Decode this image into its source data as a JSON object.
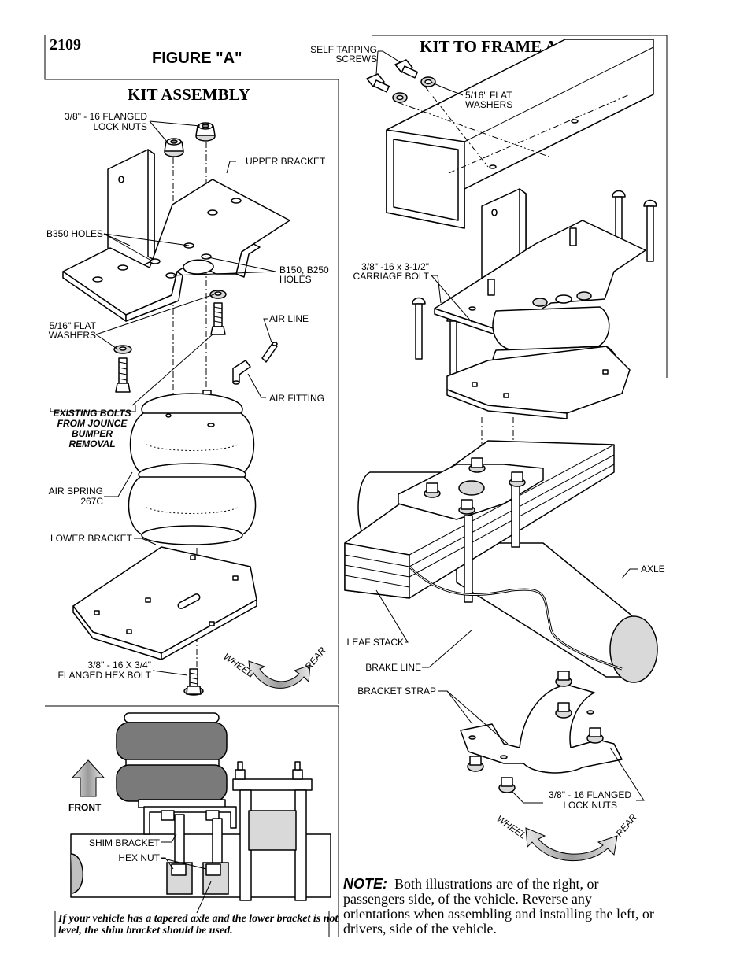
{
  "page": {
    "number": "2109",
    "figure_title": "FIGURE \"A\"",
    "kit_assembly_title": "KIT ASSEMBLY",
    "kit_to_frame_title": "KIT TO FRAME ASSEMBLY"
  },
  "kit_assembly": {
    "lock_nuts": [
      "3/8\" - 16 FLANGED",
      "LOCK NUTS"
    ],
    "upper_bracket": "UPPER BRACKET",
    "b350_holes": "B350 HOLES",
    "b150_b250_holes": [
      "B150, B250",
      "HOLES"
    ],
    "flat_washers": [
      "5/16\" FLAT",
      "WASHERS"
    ],
    "air_line": "AIR LINE",
    "air_fitting": "AIR FITTING",
    "existing_bolts": [
      "EXISTING BOLTS",
      "FROM JOUNCE",
      "BUMPER",
      "REMOVAL"
    ],
    "air_spring": [
      "AIR SPRING",
      "267C"
    ],
    "lower_bracket": "LOWER BRACKET",
    "hex_bolt": [
      "3/8\" - 16  X 3/4\"",
      "FLANGED HEX BOLT"
    ],
    "wheel": "WHEEL",
    "rear": "REAR"
  },
  "shim_section": {
    "front": "FRONT",
    "shim_bracket": "SHIM BRACKET",
    "hex_nut": "HEX NUT",
    "caption": "If your vehicle has a tapered axle and the lower bracket is not level, the shim bracket should be used."
  },
  "frame_assembly": {
    "self_tapping_screws": [
      "SELF TAPPING",
      "SCREWS"
    ],
    "flat_washers": [
      "5/16\" FLAT",
      "WASHERS"
    ],
    "carriage_bolt": [
      "3/8\" -16 x 3-1/2\"",
      "CARRIAGE BOLT"
    ],
    "axle": "AXLE",
    "leaf_stack": "LEAF STACK",
    "brake_line": "BRAKE LINE",
    "bracket_strap": "BRACKET STRAP",
    "lock_nuts": [
      "3/8\" - 16 FLANGED",
      "LOCK NUTS"
    ],
    "wheel": "WHEEL",
    "rear": "REAR"
  },
  "note": {
    "heading": "NOTE:",
    "text": "Both illustrations are of the right, or passengers side, of the vehicle. Reverse any orientations when assembling and installing the left, or drivers, side of the vehicle."
  }
}
